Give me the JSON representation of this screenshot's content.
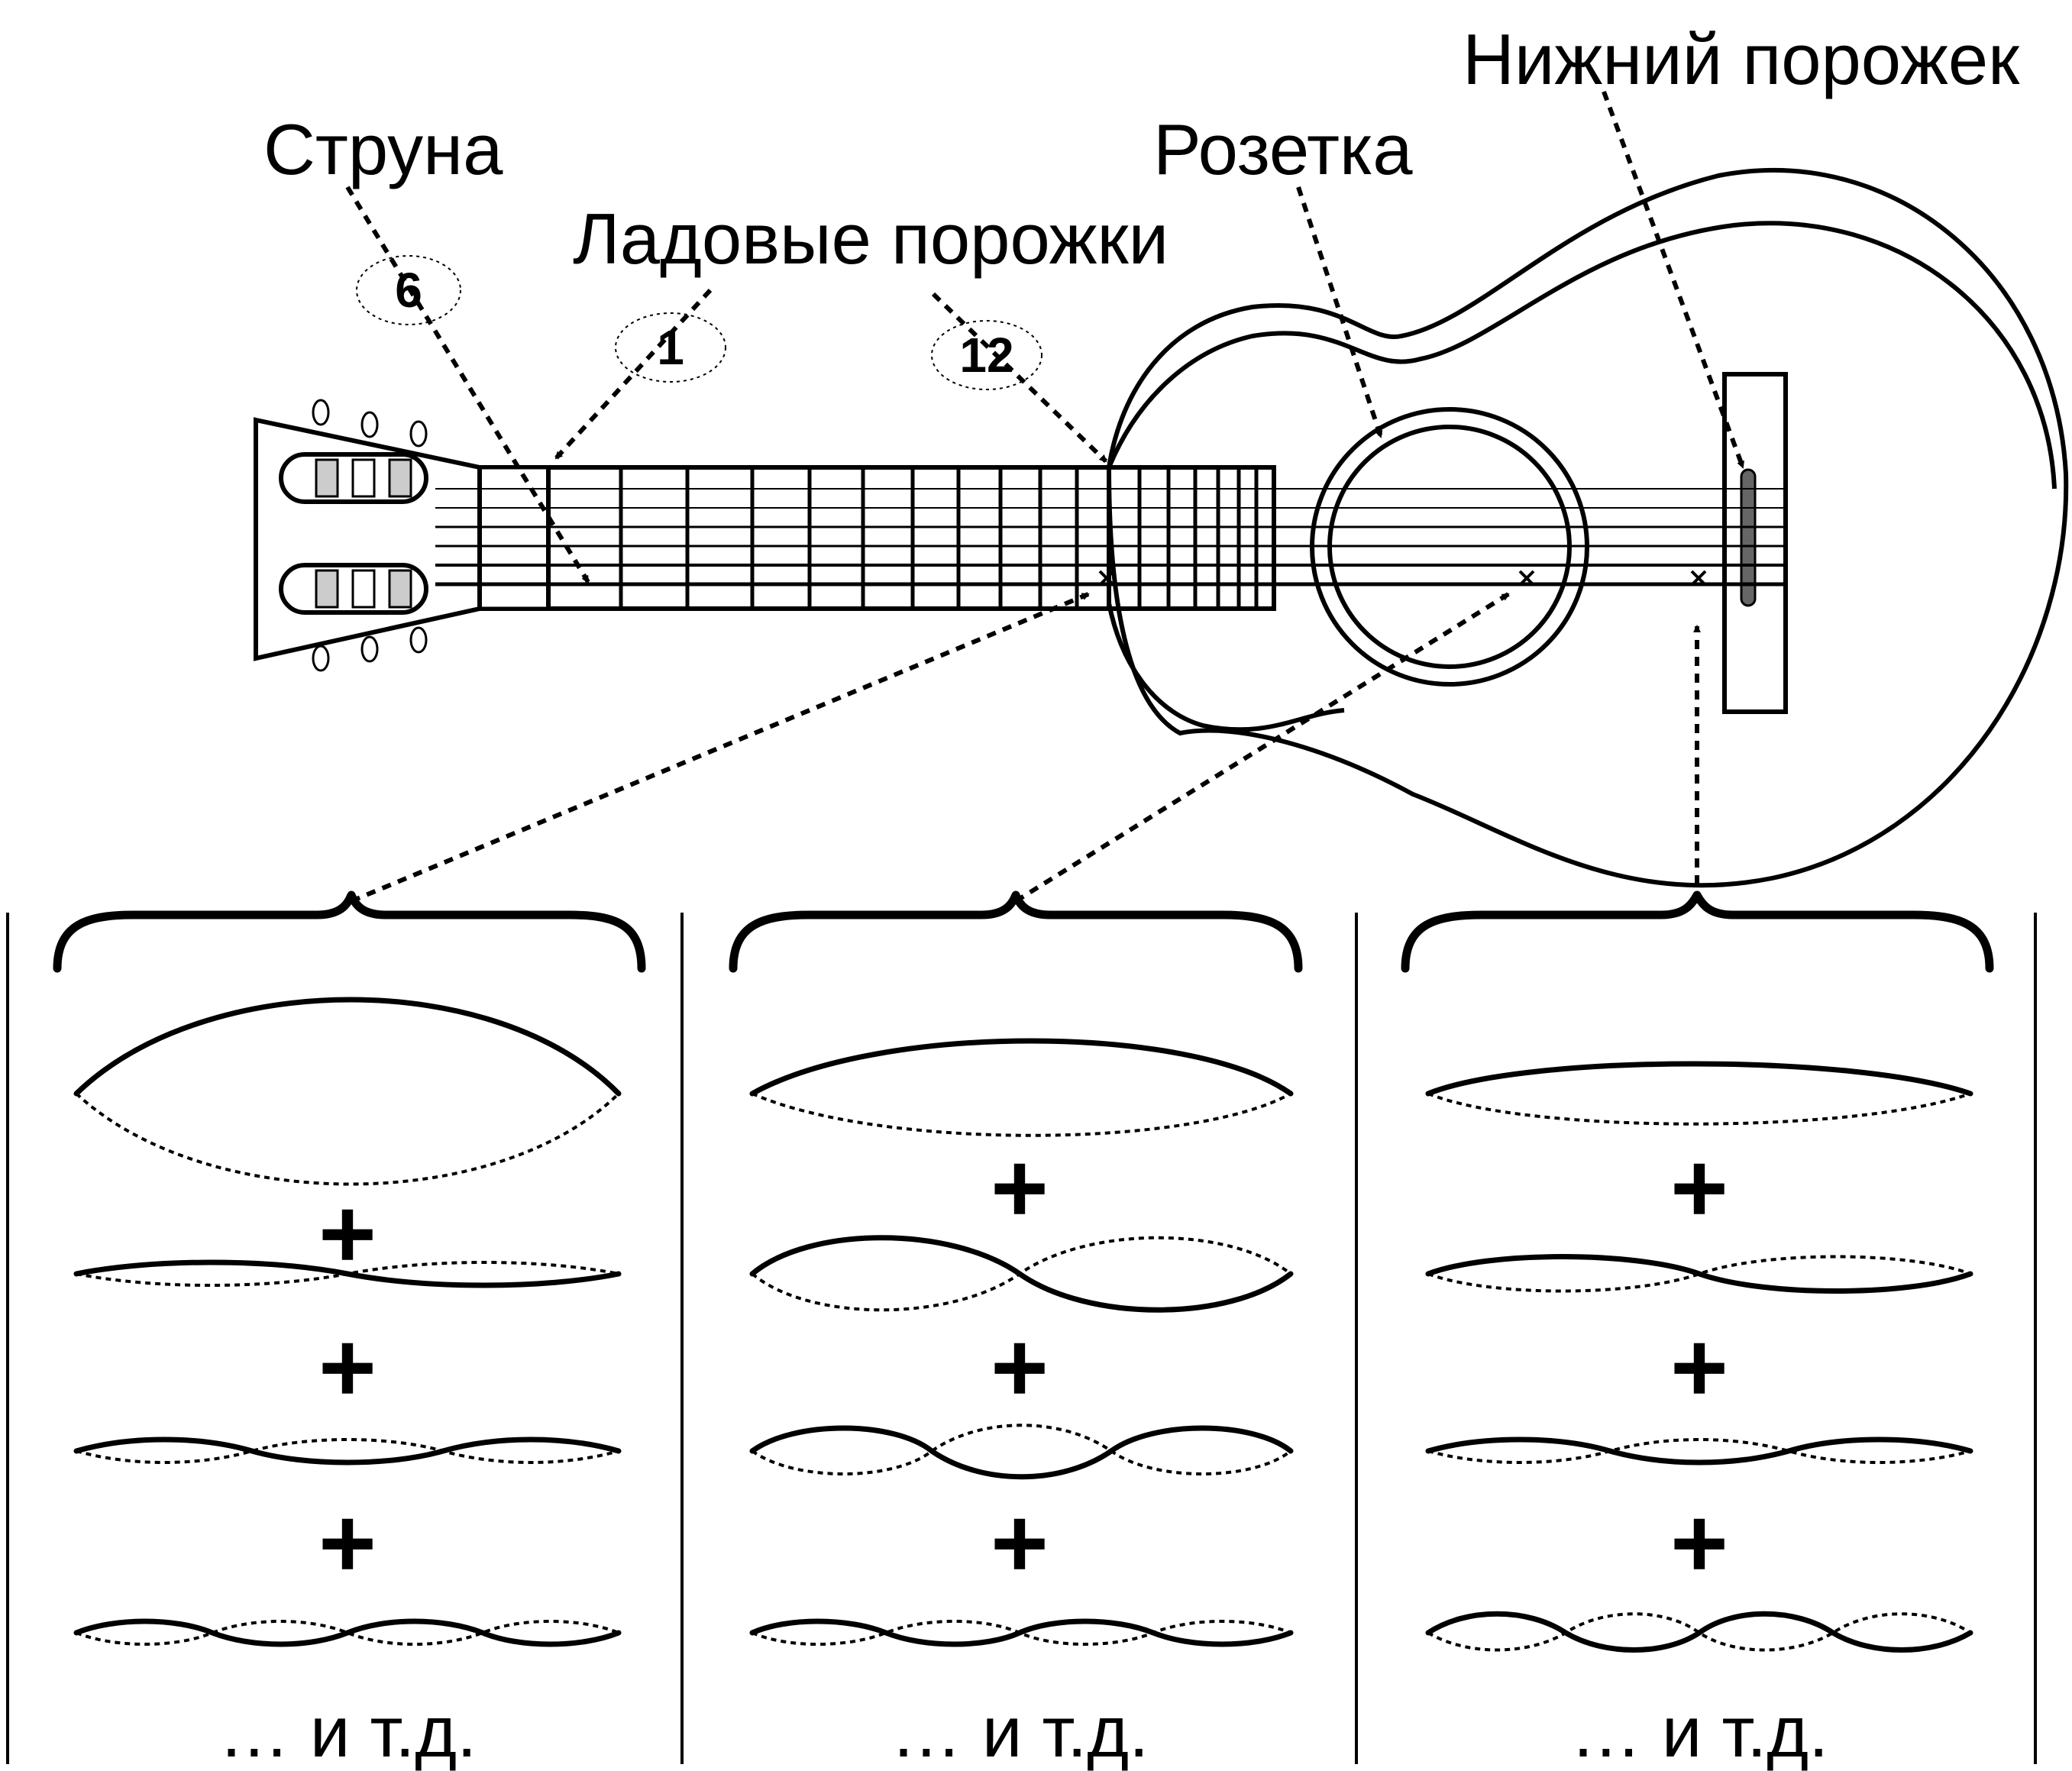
{
  "labels": {
    "string": "Струна",
    "frets": "Ладовые порожки",
    "rosette": "Розетка",
    "saddle": "Нижний порожек"
  },
  "markers": {
    "string_number": "6",
    "fret_first": "1",
    "fret_twelfth": "12"
  },
  "panels": [
    {
      "plus_signs": [
        "+",
        "+",
        "+"
      ],
      "etc": "… и т.д."
    },
    {
      "plus_signs": [
        "+",
        "+",
        "+"
      ],
      "etc": "… и т.д."
    },
    {
      "plus_signs": [
        "+",
        "+",
        "+"
      ],
      "etc": "… и т.д."
    }
  ]
}
